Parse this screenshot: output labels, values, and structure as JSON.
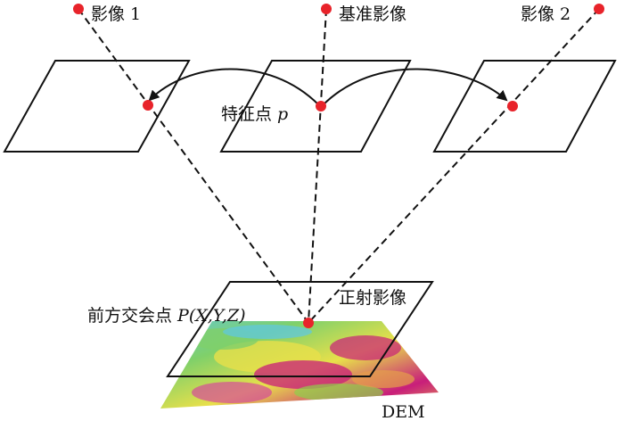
{
  "labels": {
    "image1": "影像 1",
    "base_image": "基准影像",
    "image2": "影像 2",
    "feature_point_prefix": "特征点 ",
    "feature_point_var": "p",
    "intersection_prefix": "前方交会点 ",
    "intersection_var": "P(X,Y,Z)",
    "ortho_image": "正射影像",
    "dem": "DEM"
  },
  "colors": {
    "point": "#e8232a",
    "line": "#111111",
    "dem_low": "#2f9e3f",
    "dem_mid": "#e8e04a",
    "dem_high": "#c81e7a",
    "dem_water": "#5ec8e6"
  }
}
